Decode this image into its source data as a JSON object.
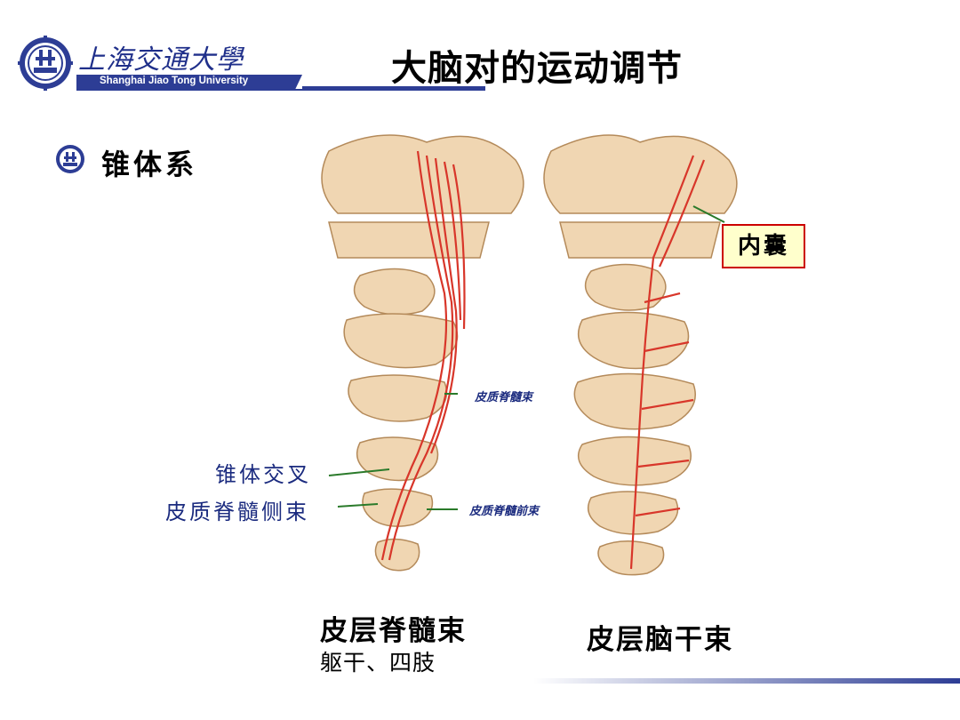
{
  "header": {
    "logo_cn": "上海交通大學",
    "logo_en": "Shanghai Jiao Tong University",
    "title": "大脑对的运动调节"
  },
  "bullet": {
    "label": "锥体系",
    "icon": "sjtu-seal-icon"
  },
  "diagram": {
    "capsule_label": "内囊",
    "label_corticospinal": "皮质脊髓束",
    "label_decussation": "锥体交叉",
    "label_lateral_tract": "皮质脊髓侧束",
    "label_anterior_tract": "皮质脊髓前束"
  },
  "captions": {
    "left_title": "皮层脊髓束",
    "left_sub": "躯干、四肢",
    "right_title": "皮层脑干束"
  },
  "colors": {
    "brand": "#2d3d95",
    "tract": "#d8362a",
    "tissue": "#f0d6b2",
    "label_blue": "#1b2b7f"
  }
}
